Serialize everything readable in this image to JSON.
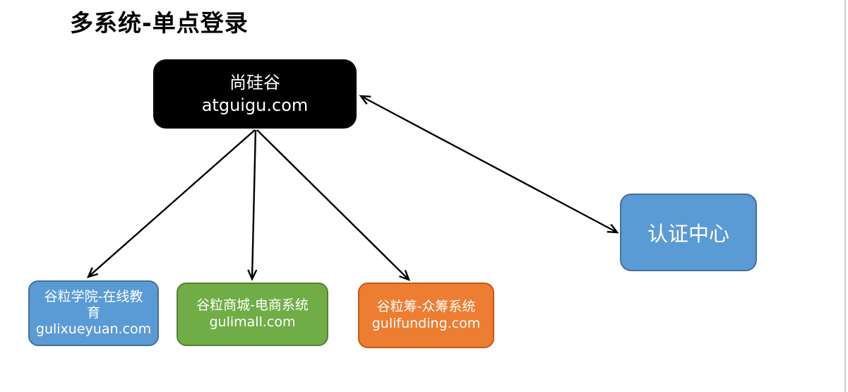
{
  "title": "多系统-单点登录",
  "nodes": {
    "main": {
      "name": "尚硅谷",
      "domain": "atguigu.com"
    },
    "auth": {
      "label": "认证中心"
    },
    "edu": {
      "name": "谷粒学院-在线教育",
      "domain": "gulixueyuan.com"
    },
    "mall": {
      "name": "谷粒商城-电商系统",
      "domain": "gulimall.com"
    },
    "funding": {
      "name": "谷粒筹-众筹系统",
      "domain": "gulifunding.com"
    }
  },
  "edges": [
    {
      "from": "尚硅谷 atguigu.com",
      "to": "谷粒学院-在线教育 gulixueyuan.com",
      "direction": "one-way"
    },
    {
      "from": "尚硅谷 atguigu.com",
      "to": "谷粒商城-电商系统 gulimall.com",
      "direction": "one-way"
    },
    {
      "from": "尚硅谷 atguigu.com",
      "to": "谷粒筹-众筹系统 gulifunding.com",
      "direction": "one-way"
    },
    {
      "from": "尚硅谷 atguigu.com",
      "to": "认证中心",
      "direction": "two-way"
    }
  ],
  "colors": {
    "node_main_bg": "#000000",
    "node_blue_bg": "#5B9BD5",
    "node_blue_border": "#41719C",
    "node_green_bg": "#70AD47",
    "node_green_border": "#548235",
    "node_orange_bg": "#ED7D31",
    "node_orange_border": "#C55A11",
    "node_text": "#FFFFFF",
    "arrow": "#000000",
    "title_text": "#000000",
    "page_edge_line": "#C9C9C9"
  }
}
